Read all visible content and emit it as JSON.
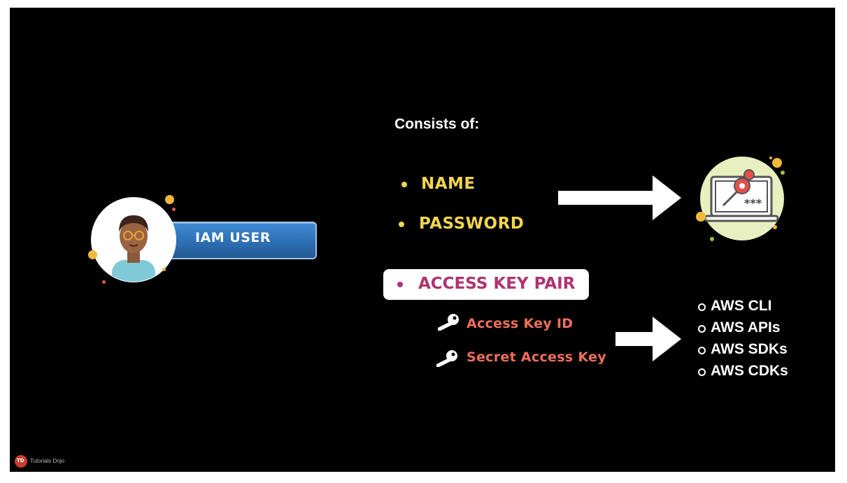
{
  "iam_user": {
    "label": "IAM USER"
  },
  "consists": {
    "heading": "Consists of:",
    "credentials": [
      "NAME",
      "PASSWORD"
    ]
  },
  "access_key_pair": {
    "label": "ACCESS KEY PAIR",
    "keys": [
      "Access Key ID",
      "Secret Access Key"
    ]
  },
  "programmatic_access": {
    "items": [
      "AWS CLI",
      "AWS APIs",
      "AWS SDKs",
      "AWS CDKs"
    ]
  },
  "branding": {
    "logo_text": "TD",
    "name": "Tutorials Dojo"
  },
  "icons": {
    "avatar": "person-avatar-icon",
    "console": "laptop-password-icon",
    "key": "key-icon",
    "arrow": "right-arrow-icon"
  },
  "colors": {
    "background": "#000000",
    "credential_yellow": "#f2d54e",
    "access_magenta": "#b0326e",
    "key_coral": "#ef6f5b",
    "pill_blue": "#2d6fb3"
  }
}
